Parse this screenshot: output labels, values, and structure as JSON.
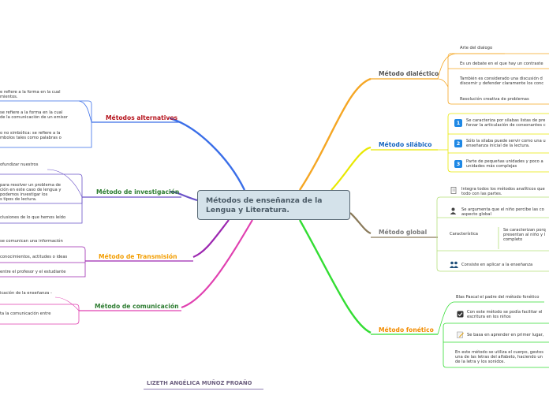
{
  "central_topic": {
    "line1": "Métodos de enseñanza de la",
    "line2": "Lengua y Literatura."
  },
  "author": "LIZETH ANGÉLICA MUÑOZ PROAÑO",
  "colors": {
    "alternativos": "#b5121b",
    "investigacion": "#2e7d32",
    "transmision": "#f29d00",
    "comunicacion": "#2e7d32",
    "dialectico": "#555555",
    "silabico": "#1565c0",
    "global": "#7a7a7a",
    "fonetico": "#f28c00"
  },
  "branches": {
    "alternativos": {
      "label": "Métodos alternativos",
      "items": [
        "e refiere a la forma en la cual",
        "mientos.",
        "se refiere a la forma en la cual",
        "de la comunicación de un emisor",
        "o no simbólica: se refiere a la",
        "mbolos tales como palabras o"
      ]
    },
    "investigacion": {
      "label": "Método de investigación",
      "items": [
        "ofundizar nuestros",
        "para resolver un problema de",
        "ción en este caso de lengua y",
        "podemos investigar los",
        "s tipos de lectura.",
        "clusiones de lo que hemos leído"
      ]
    },
    "transmision": {
      "label": "Método de Transmisión",
      "items": [
        "se comunican una información",
        "conocimientos, actitudes o ideas",
        "entre el profesor y el estudiante"
      ]
    },
    "comunicacion": {
      "label": "Método de comunicación",
      "items": [
        "icación de la enseñanza -",
        "ta la comunicación entre"
      ]
    },
    "dialectico": {
      "label": "Método dialéctico",
      "items": [
        "Arte del dialogo",
        "Es un debate en el que hay un contraste",
        "También es considerado  una discusión d",
        "discernir y defender claramente los conc",
        "Resolución creativa de problemas"
      ]
    },
    "silabico": {
      "label": "Método silábico",
      "numbers": [
        "1",
        "2",
        "3"
      ],
      "items": [
        "Se caracteriza por silabas listas de pre",
        "forzar la articulación de consonantes c",
        "Sólo la silaba puede servir como una u",
        "enseñanza inicial de la lectura.",
        "Parte de pequeñas unidades y poco a",
        "unidades más complejas"
      ]
    },
    "global": {
      "label": "Método global",
      "items": [
        "Integra todos los métodos analíticos que",
        "todo con las partes.",
        "Se argumenta que el niño percibe las co",
        "aspecto global",
        "Característica",
        "Se caracterizan porq",
        "presentan al niño y l",
        "completo",
        "Consiste en aplicar a la enseñanza"
      ]
    },
    "fonetico": {
      "label": "Método fonético",
      "items": [
        "Blas Pascal el padre del método fonético",
        "Con este método se podía facilitar el",
        "escritura en los niños",
        "Se basa en aprender en primer lugar,",
        "En este método se utiliza el cuerpo, gestos",
        "una de las letras del alfabeto, haciendo un",
        "de la letra y los sonidos."
      ]
    }
  }
}
